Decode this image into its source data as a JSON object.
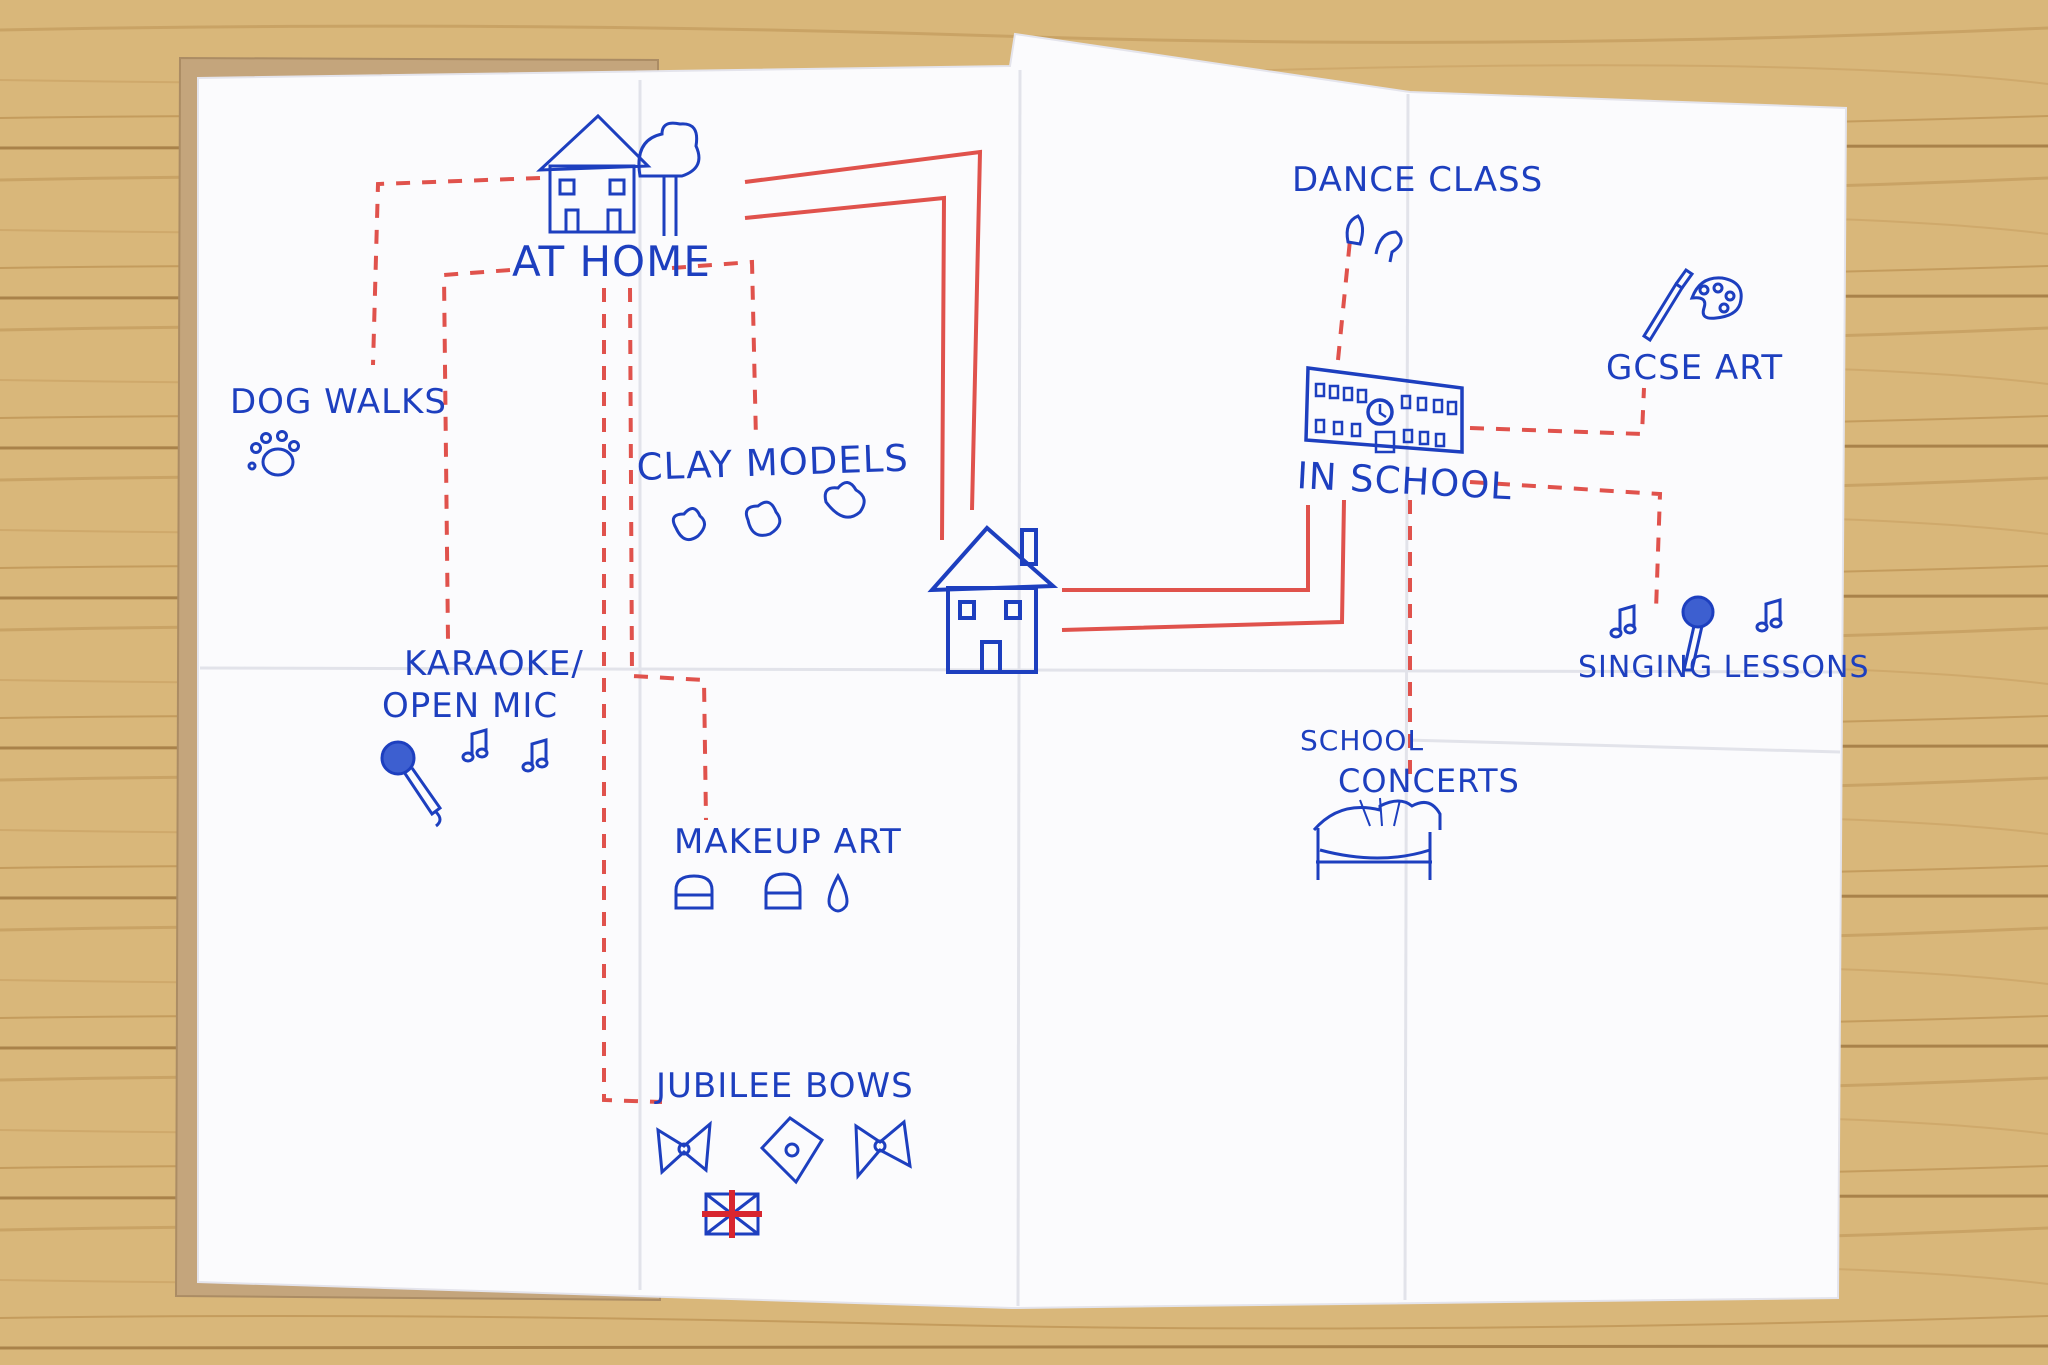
{
  "colors": {
    "ink_blue": "#1d3fbf",
    "marker_red": "#e0524c",
    "paper": "#fbfbfd",
    "table_wood": "#d9b77a",
    "cardboard": "#c4a57c"
  },
  "labels": {
    "at_home": "AT HOME",
    "dog_walks": "DOG WALKS",
    "clay_models": "CLAY MODELS",
    "karaoke_line1": "KARAOKE/",
    "karaoke_line2": "OPEN MIC",
    "makeup_art": "MAKEUP ART",
    "jubilee_bows": "JUBILEE BOWS",
    "dance_class": "DANCE CLASS",
    "gcse_art": "GCSE ART",
    "in_school": "IN SCHOOL",
    "singing_lessons": "SINGING LESSONS",
    "school_concerts_line1": "SCHOOL",
    "school_concerts_line2": "CONCERTS"
  },
  "icons": [
    "house-with-trees-icon",
    "house-icon",
    "school-building-icon",
    "paw-print-icon",
    "clay-blob-icon",
    "microphone-icon",
    "music-note-icon",
    "makeup-compact-icon",
    "makeup-drop-icon",
    "bow-tie-icon",
    "union-jack-icon",
    "ballet-shoes-icon",
    "paint-palette-icon",
    "stage-icon"
  ]
}
